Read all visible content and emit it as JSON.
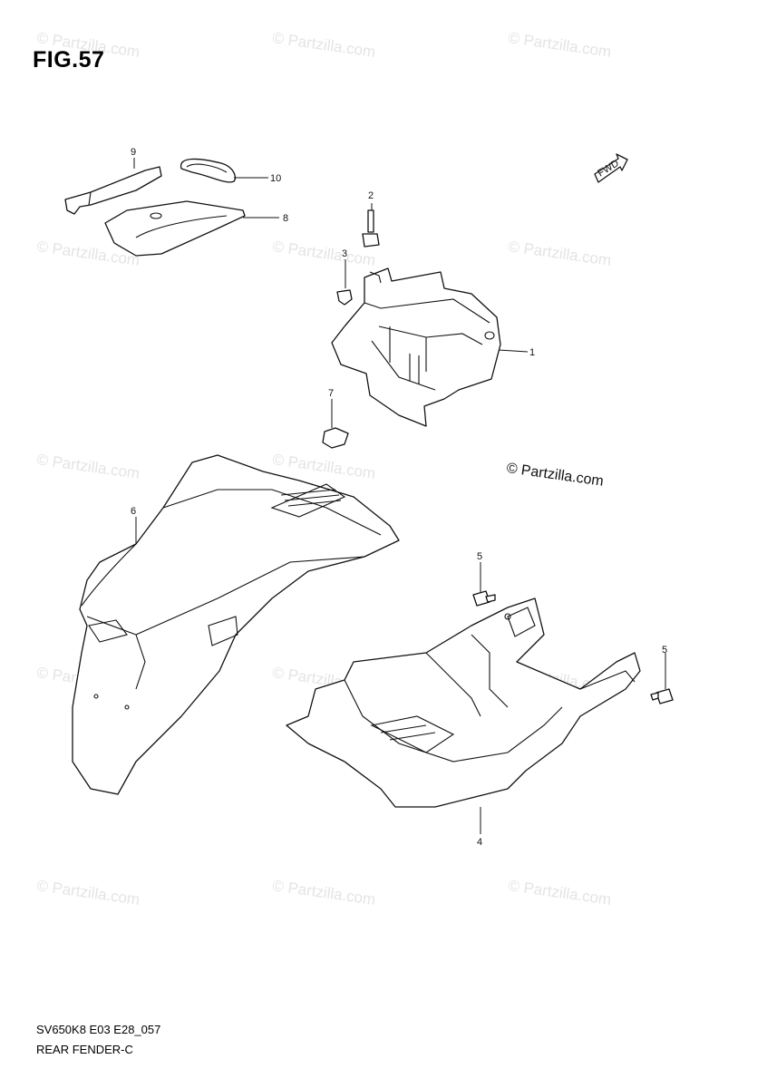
{
  "figure": {
    "title": "FIG.57",
    "code": "SV650K8 E03 E28_057",
    "name": "REAR FENDER-C"
  },
  "copyright": "© Partzilla.com",
  "watermark": "© Partzilla.com",
  "fwd_badge": "FWD",
  "callouts": [
    "1",
    "2",
    "3",
    "4",
    "5",
    "5",
    "6",
    "7",
    "8",
    "9",
    "10"
  ]
}
